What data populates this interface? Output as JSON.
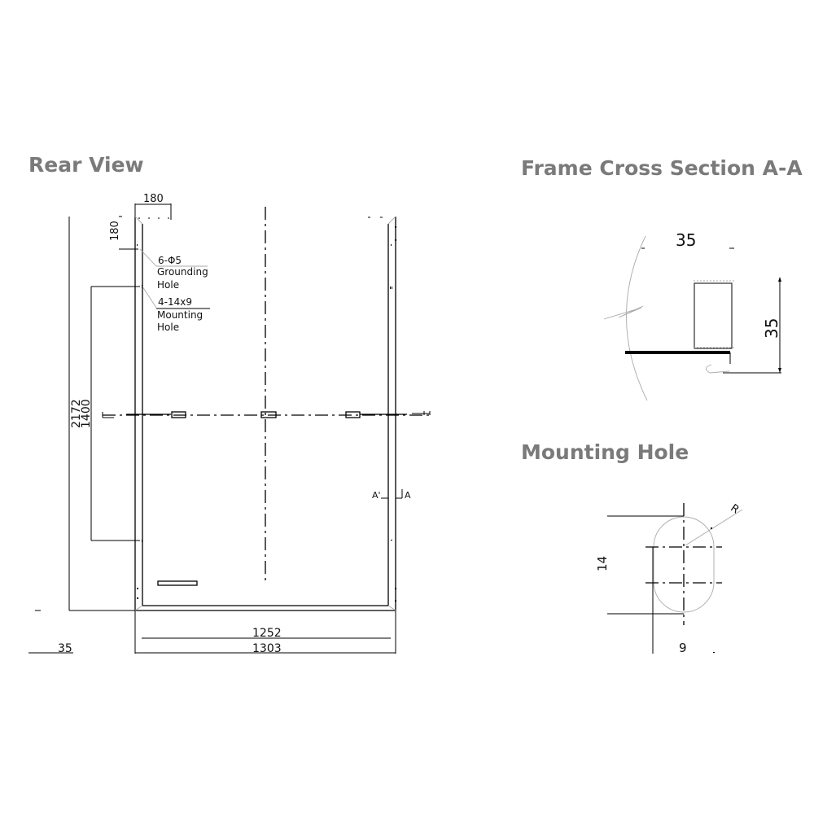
{
  "titles": {
    "rear_view": "Rear View",
    "frame_cross_section": "Frame Cross Section A-A",
    "mounting_hole": "Mounting Hole"
  },
  "rear_view": {
    "dim_corner_horizontal": "180",
    "dim_corner_vertical": "180",
    "dim_total_height": "2172",
    "dim_mounting_spacing": "1400",
    "dim_inner_width": "1252",
    "dim_total_width": "1303",
    "dim_frame_depth": "35",
    "grounding_hole": {
      "spec": "6-Φ5",
      "label_line1": "Grounding",
      "label_line2": "Hole"
    },
    "mounting_hole": {
      "spec": "4-14x9",
      "label_line1": "Mounting",
      "label_line2": "Hole"
    },
    "section_marker_left": "A'",
    "section_marker_right": "A"
  },
  "frame_cross_section": {
    "dim_width": "35",
    "dim_height": "35"
  },
  "mounting_hole_detail": {
    "dim_length": "14",
    "dim_width": "9",
    "radius_label": "R"
  }
}
